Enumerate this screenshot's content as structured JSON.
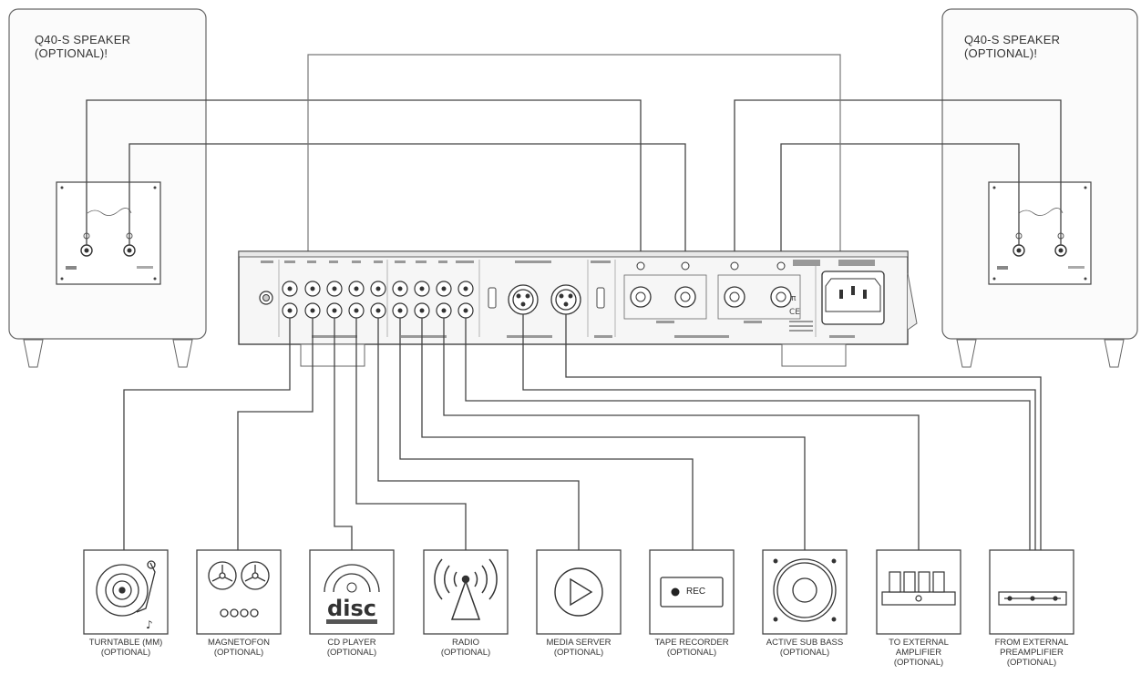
{
  "speakers": {
    "left": {
      "title_line1": "Q40-S SPEAKER",
      "title_line2": "(OPTIONAL)!"
    },
    "right": {
      "title_line1": "Q40-S SPEAKER",
      "title_line2": "(OPTIONAL)!"
    }
  },
  "devices": [
    {
      "line1": "TURNTABLE (MM)",
      "line2": "(OPTIONAL)",
      "line3": "",
      "icon": "turntable-icon"
    },
    {
      "line1": "MAGNETOFON",
      "line2": "(OPTIONAL)",
      "line3": "",
      "icon": "reel-to-reel-icon"
    },
    {
      "line1": "CD PLAYER",
      "line2": "(OPTIONAL)",
      "line3": "",
      "icon": "compact-disc-icon"
    },
    {
      "line1": "RADIO",
      "line2": "(OPTIONAL)",
      "line3": "",
      "icon": "radio-antenna-icon"
    },
    {
      "line1": "MEDIA SERVER",
      "line2": "(OPTIONAL)",
      "line3": "",
      "icon": "play-icon"
    },
    {
      "line1": "TAPE RECORDER",
      "line2": "(OPTIONAL)",
      "line3": "",
      "icon": "record-icon"
    },
    {
      "line1": "ACTIVE SUB BASS",
      "line2": "(OPTIONAL)",
      "line3": "",
      "icon": "subwoofer-icon"
    },
    {
      "line1": "TO EXTERNAL",
      "line2": "AMPLIFIER",
      "line3": "(OPTIONAL)",
      "icon": "tube-amplifier-icon"
    },
    {
      "line1": "FROM EXTERNAL",
      "line2": "PREAMPLIFIER",
      "line3": "(OPTIONAL)",
      "icon": "preamplifier-icon"
    }
  ],
  "tape_recorder_label": "REC",
  "colors": {
    "line": "#444444",
    "panel": "#f4f4f4",
    "stroke": "#555555"
  }
}
